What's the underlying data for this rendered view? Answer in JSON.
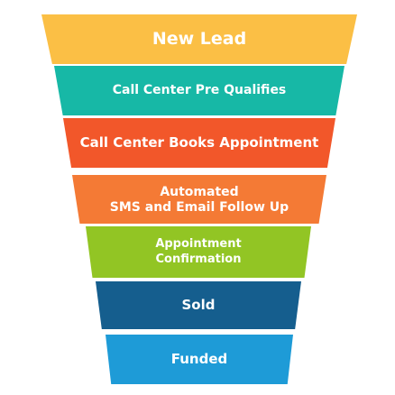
{
  "funnel": {
    "stages": [
      {
        "lines": [
          "New Lead"
        ],
        "color": "#FBBF45"
      },
      {
        "lines": [
          "Call Center Pre Qualifies"
        ],
        "color": "#17B8A6"
      },
      {
        "lines": [
          "Call Center Books Appointment"
        ],
        "color": "#F2572A"
      },
      {
        "lines": [
          "Automated",
          "SMS and Email Follow Up"
        ],
        "color": "#F47A35"
      },
      {
        "lines": [
          "Appointment",
          "Confirmation"
        ],
        "color": "#92C524"
      },
      {
        "lines": [
          "Sold"
        ],
        "color": "#155E8E"
      },
      {
        "lines": [
          "Funded"
        ],
        "color": "#1E9BD7"
      }
    ]
  }
}
